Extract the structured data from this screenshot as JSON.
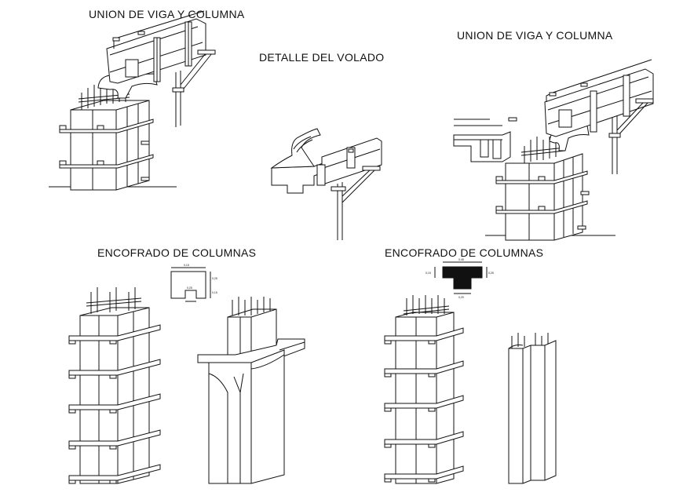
{
  "titles": {
    "union_left": "UNION DE VIGA Y COLUMNA",
    "union_right": "UNION DE VIGA Y COLUMNA",
    "volado": "DETALLE DEL VOLADO",
    "encofrado_left": "ENCOFRADO DE COLUMNAS",
    "encofrado_right": "ENCOFRADO DE COLUMNAS"
  },
  "section_left_dims": [
    "0,15",
    "0,25",
    "0,15",
    "0,25"
  ],
  "section_right_dims": [
    "0,45",
    "0,15",
    "0,25",
    "0,20"
  ],
  "colors": {
    "line": "#111111",
    "background": "#ffffff"
  }
}
